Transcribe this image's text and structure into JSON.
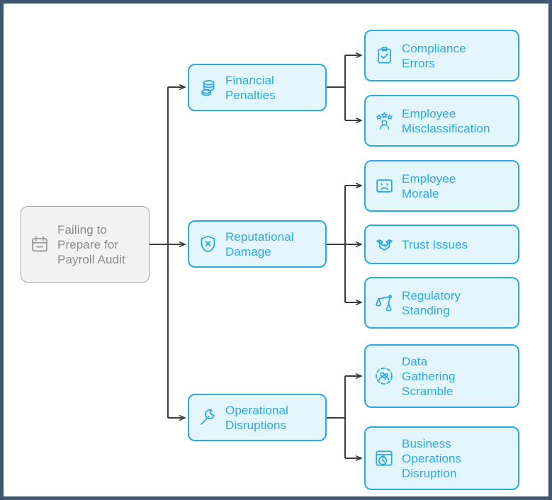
{
  "diagram": {
    "type": "mind-map-tree",
    "orientation": "left-to-right",
    "colors": {
      "frame_border": "#3e5771",
      "canvas_background": "#ffffff",
      "node_accent": "#29abe2",
      "node_fill": "#e3f5fd",
      "root_fill": "#f2f2f2",
      "root_border": "#a5a5a5",
      "root_text": "#8c8c8c",
      "connector": "#3c3c3c"
    },
    "root": {
      "id": "root",
      "label": "Failing to\nPrepare for\nPayroll Audit",
      "icon": "calendar-icon"
    },
    "branches": [
      {
        "id": "financial-penalties",
        "label": "Financial\nPenalties",
        "icon": "coins-stack-icon",
        "children": [
          {
            "id": "compliance-errors",
            "label": "Compliance\nErrors",
            "icon": "clipboard-check-icon"
          },
          {
            "id": "employee-misclassification",
            "label": "Employee\nMisclassification",
            "icon": "person-stars-icon"
          }
        ]
      },
      {
        "id": "reputational-damage",
        "label": "Reputational\nDamage",
        "icon": "shield-x-icon",
        "children": [
          {
            "id": "employee-morale",
            "label": "Employee\nMorale",
            "icon": "sad-face-icon"
          },
          {
            "id": "trust-issues",
            "label": "Trust Issues",
            "icon": "handshake-icon"
          },
          {
            "id": "regulatory-standing",
            "label": "Regulatory\nStanding",
            "icon": "scales-icon"
          }
        ]
      },
      {
        "id": "operational-disruptions",
        "label": "Operational\nDisruptions",
        "icon": "wrench-icon",
        "children": [
          {
            "id": "data-gathering-scramble",
            "label": "Data\nGathering\nScramble",
            "icon": "people-circle-icon"
          },
          {
            "id": "business-operations-disruption",
            "label": "Business\nOperations\nDisruption",
            "icon": "browser-stopwatch-icon"
          }
        ]
      }
    ]
  }
}
